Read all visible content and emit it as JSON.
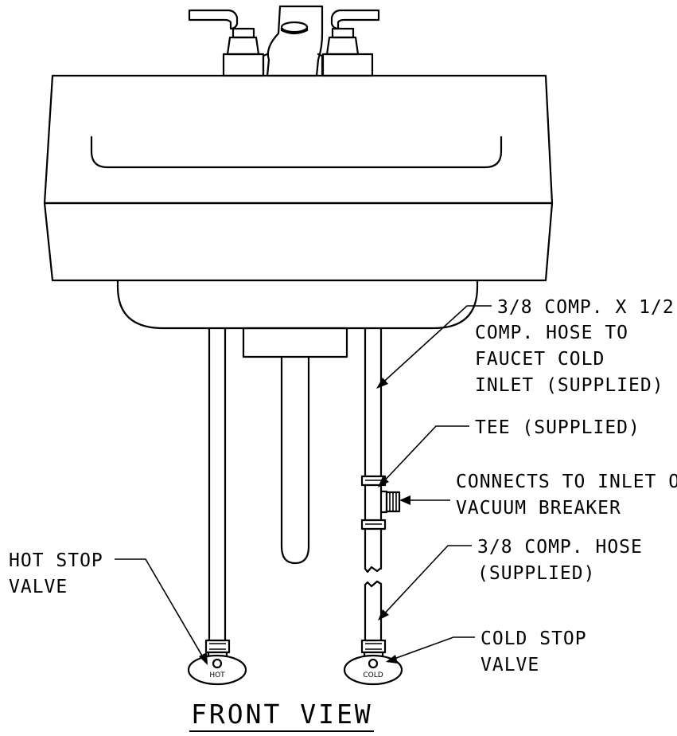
{
  "labels": {
    "hose_cold_inlet": [
      "3/8 COMP. X 1/2",
      "COMP. HOSE TO",
      "FAUCET COLD",
      "INLET (SUPPLIED)"
    ],
    "tee": "TEE (SUPPLIED)",
    "vacuum_breaker": [
      "CONNECTS TO INLET OF",
      "VACUUM BREAKER"
    ],
    "hose": [
      "3/8 COMP. HOSE",
      "(SUPPLIED)"
    ],
    "hot_stop_valve": [
      "HOT STOP",
      "VALVE"
    ],
    "cold_stop_valve": [
      "COLD STOP",
      "VALVE"
    ],
    "hot_handle": "HOT",
    "cold_handle": "COLD"
  },
  "title": "FRONT VIEW"
}
